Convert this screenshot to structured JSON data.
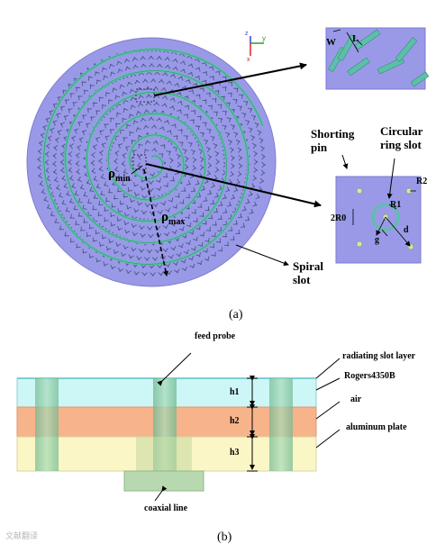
{
  "figure_a": {
    "caption": "(a)",
    "labels": {
      "rho_min": "ρ",
      "rho_min_sub": "min",
      "rho_max": "ρ",
      "rho_max_sub": "max",
      "spiral_slot": "Spiral\nslot",
      "shorting_pin": "Shorting\npin",
      "circular_ring_slot": "Circular\nring slot",
      "axis_x": "x",
      "axis_y": "y",
      "axis_z": "z"
    },
    "inset_top": {
      "W": "W",
      "L": "L"
    },
    "inset_mid": {
      "R2": "R2",
      "R1": "R1",
      "R0": "2R0",
      "g": "g",
      "d": "d"
    },
    "colors": {
      "disk": "#9a99e8",
      "slot": "#5cc0a8",
      "inset": "#9a99e8"
    }
  },
  "figure_b": {
    "caption": "(b)",
    "labels": {
      "feed_probe": "feed probe",
      "radiating_slot_layer": "radiating slot layer",
      "rogers": "Rogers4350B",
      "air": "air",
      "aluminum": "aluminum plate",
      "coaxial": "coaxial line",
      "h1": "h1",
      "h2": "h2",
      "h3": "h3"
    },
    "colors": {
      "rogers": "#cdf6f6",
      "air": "#f7b38a",
      "aluminum": "#fbf6c6",
      "probe": "#86c8a0"
    }
  },
  "watermark": "文献翻译"
}
